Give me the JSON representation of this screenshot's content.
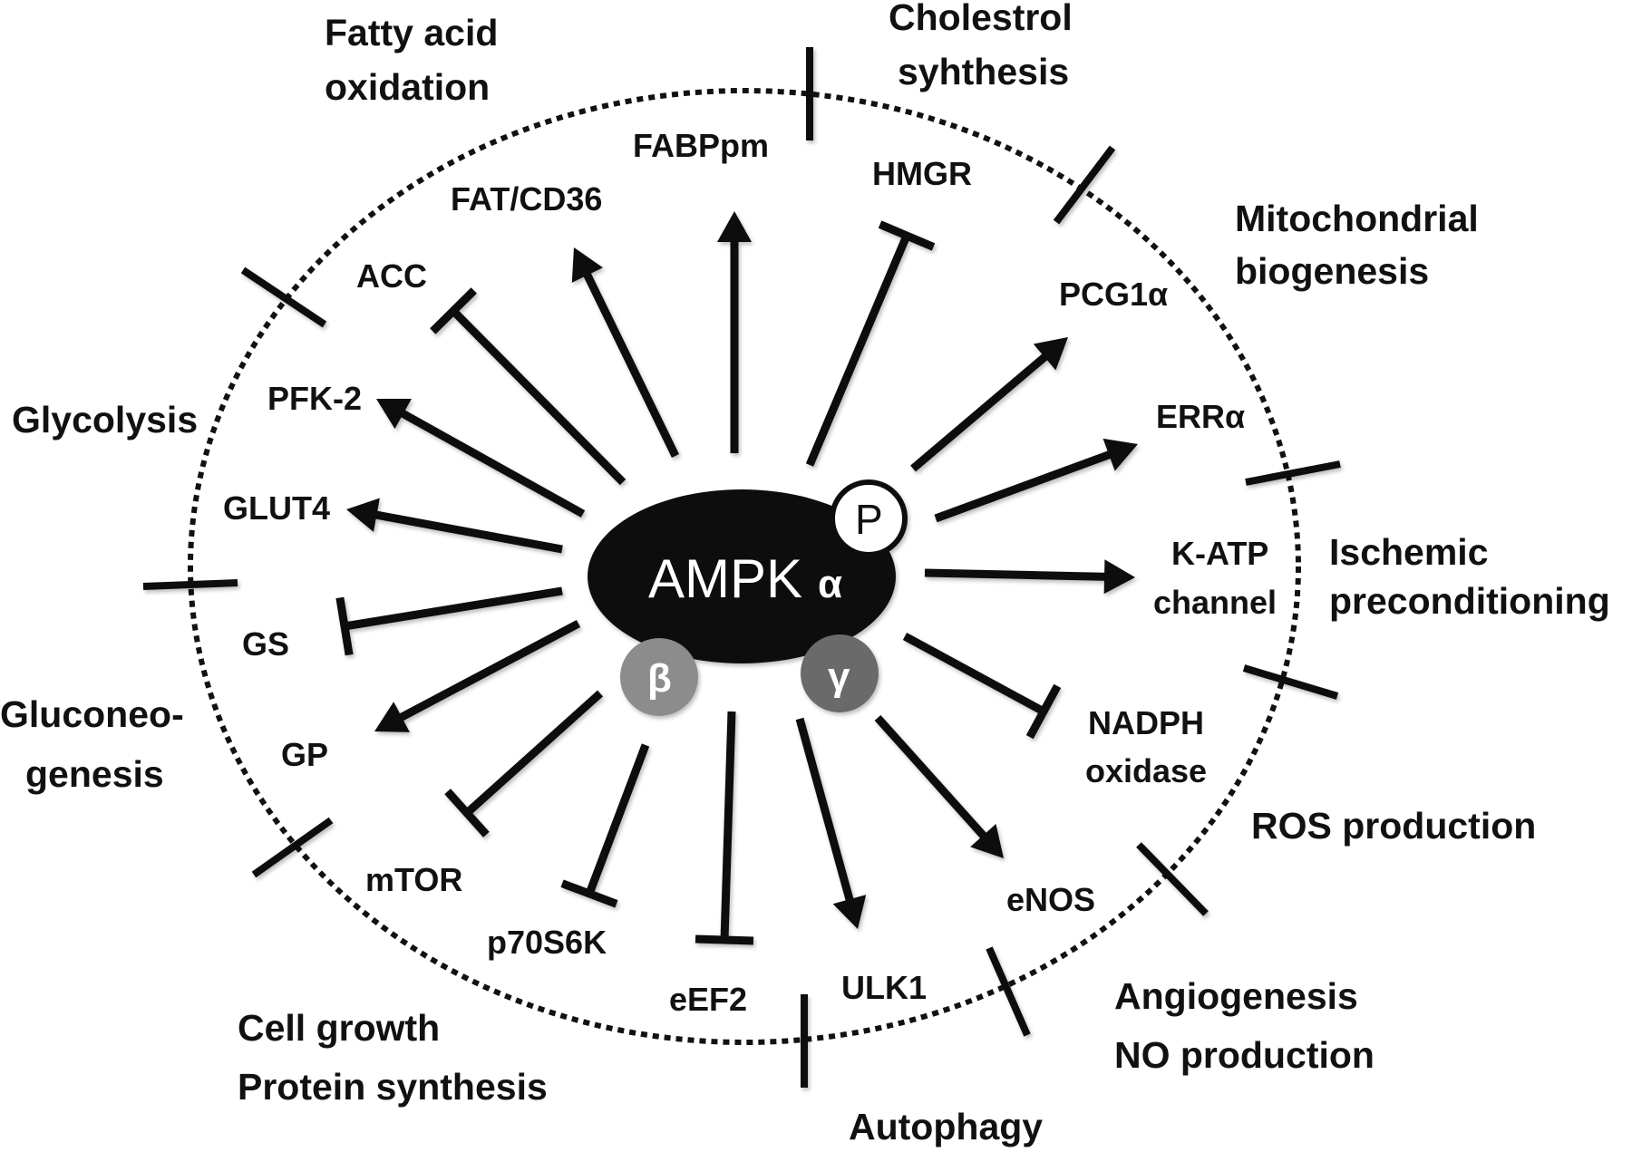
{
  "core": {
    "name": "AMPK",
    "alpha_symbol": "α",
    "phospho_label": "P",
    "beta_label": "β",
    "gamma_label": "γ",
    "colors": {
      "alpha": "#111111",
      "beta": "#8c8c8c",
      "gamma": "#6a6a6a",
      "phospho": "#ffffff"
    }
  },
  "targets": {
    "fabppm": {
      "label": "FABPpm",
      "effect": "activation"
    },
    "fat_cd36": {
      "label": "FAT/CD36",
      "effect": "activation"
    },
    "acc": {
      "label": "ACC",
      "effect": "inhibition"
    },
    "pfk2": {
      "label": "PFK-2",
      "effect": "activation"
    },
    "glut4": {
      "label": "GLUT4",
      "effect": "activation"
    },
    "gs": {
      "label": "GS",
      "effect": "inhibition"
    },
    "gp": {
      "label": "GP",
      "effect": "activation"
    },
    "mtor": {
      "label": "mTOR",
      "effect": "inhibition"
    },
    "p70s6k": {
      "label": "p70S6K",
      "effect": "inhibition"
    },
    "eef2": {
      "label": "eEF2",
      "effect": "inhibition"
    },
    "ulk1": {
      "label": "ULK1",
      "effect": "activation"
    },
    "enos": {
      "label": "eNOS",
      "effect": "activation"
    },
    "nadph": {
      "label_line1": "NADPH",
      "label_line2": "oxidase",
      "effect": "inhibition"
    },
    "katp": {
      "label_line1": "K-ATP",
      "label_line2": "channel",
      "effect": "activation"
    },
    "erra": {
      "label": "ERRα",
      "effect": "activation"
    },
    "pcg1a": {
      "label": "PCG1α",
      "effect": "activation"
    },
    "hmgr": {
      "label": "HMGR",
      "effect": "inhibition"
    }
  },
  "processes": {
    "fatty_acid_oxidation": {
      "line1": "Fatty acid",
      "line2": "oxidation"
    },
    "cholesterol_synthesis": {
      "line1": "Cholestrol",
      "line2": "syhthesis"
    },
    "mitochondrial_biogenesis": {
      "line1": "Mitochondrial",
      "line2": "biogenesis"
    },
    "glycolysis": {
      "line1": "Glycolysis"
    },
    "gluconeogenesis": {
      "line1": "Gluconeo-",
      "line2": "genesis"
    },
    "ischemic_preconditioning": {
      "line1": "Ischemic",
      "line2": "preconditioning"
    },
    "ros_production": {
      "line1": "ROS production"
    },
    "angiogenesis": {
      "line1": "Angiogenesis",
      "line2": "NO production"
    },
    "autophagy": {
      "line1": "Autophagy"
    },
    "cell_growth": {
      "line1": "Cell growth",
      "line2": "Protein synthesis"
    }
  }
}
